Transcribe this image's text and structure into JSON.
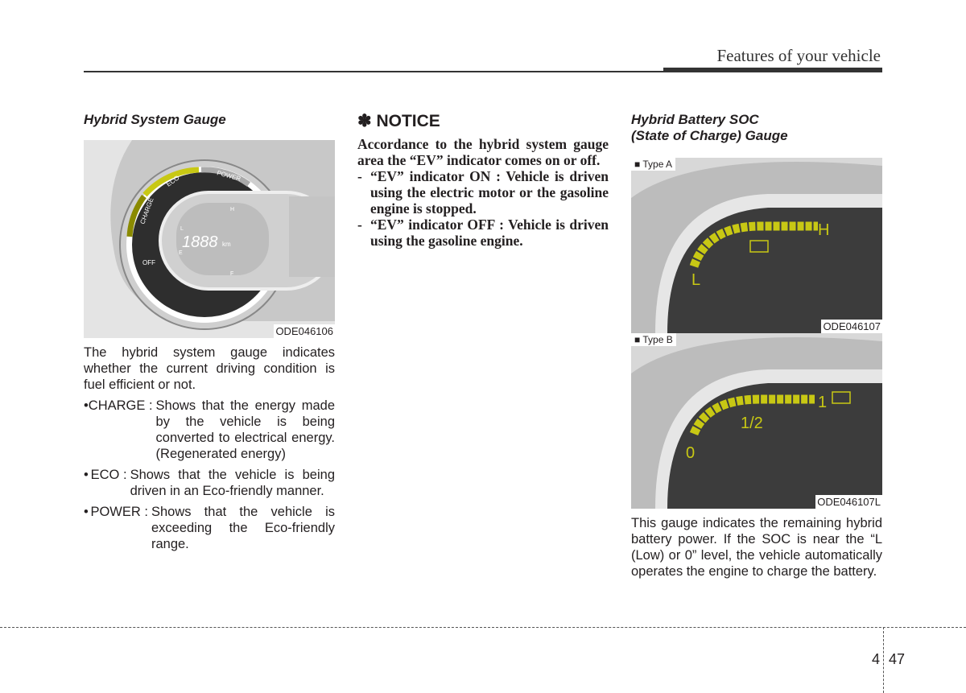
{
  "header": {
    "section_title": "Features of your vehicle"
  },
  "left": {
    "heading": "Hybrid System Gauge",
    "figure": {
      "code": "ODE046106",
      "labels": {
        "charge": "CHARGE",
        "eco": "ECO",
        "power": "POWER",
        "off": "OFF",
        "odometer": "1888",
        "unit": "km",
        "h": "H",
        "l": "L",
        "e": "E",
        "f": "F"
      }
    },
    "intro": "The hybrid system gauge indicates whether the current driving condition is fuel efficient or not.",
    "bullets": [
      {
        "term": "CHARGE :",
        "text": "Shows that the energy made by the vehicle is being converted to electrical energy. (Regenerated energy)"
      },
      {
        "term": "ECO :",
        "text": "Shows that the vehicle is being driven in an Eco-friendly manner."
      },
      {
        "term": "POWER :",
        "text": "Shows that the vehicle is exceeding the Eco-friendly range."
      }
    ]
  },
  "middle": {
    "notice_symbol": "✽",
    "notice_title": "NOTICE",
    "notice_intro": "Accordance to the hybrid system gauge area the “EV” indicator comes on or off.",
    "items": [
      "“EV” indicator ON : Vehicle is driven using the electric motor or the gasoline engine is stopped.",
      "“EV” indicator OFF : Vehicle is driven using the gasoline engine."
    ]
  },
  "right": {
    "heading_line1": "Hybrid Battery SOC",
    "heading_line2": "(State of Charge) Gauge",
    "figure_a": {
      "type": "■ Type A",
      "code": "ODE046107",
      "low": "L",
      "high": "H"
    },
    "figure_b": {
      "type": "■ Type B",
      "code": "ODE046107L",
      "low": "0",
      "mid": "1/2",
      "high": "1"
    },
    "text": "This gauge indicates the remaining hybrid battery power. If the SOC is near the “L (Low) or 0” level, the vehicle automatically operates the engine to charge the battery."
  },
  "footer": {
    "chapter": "4",
    "page": "47"
  },
  "colors": {
    "gauge_yellow": "#c8c814",
    "lcd": "#3a3a3a"
  }
}
